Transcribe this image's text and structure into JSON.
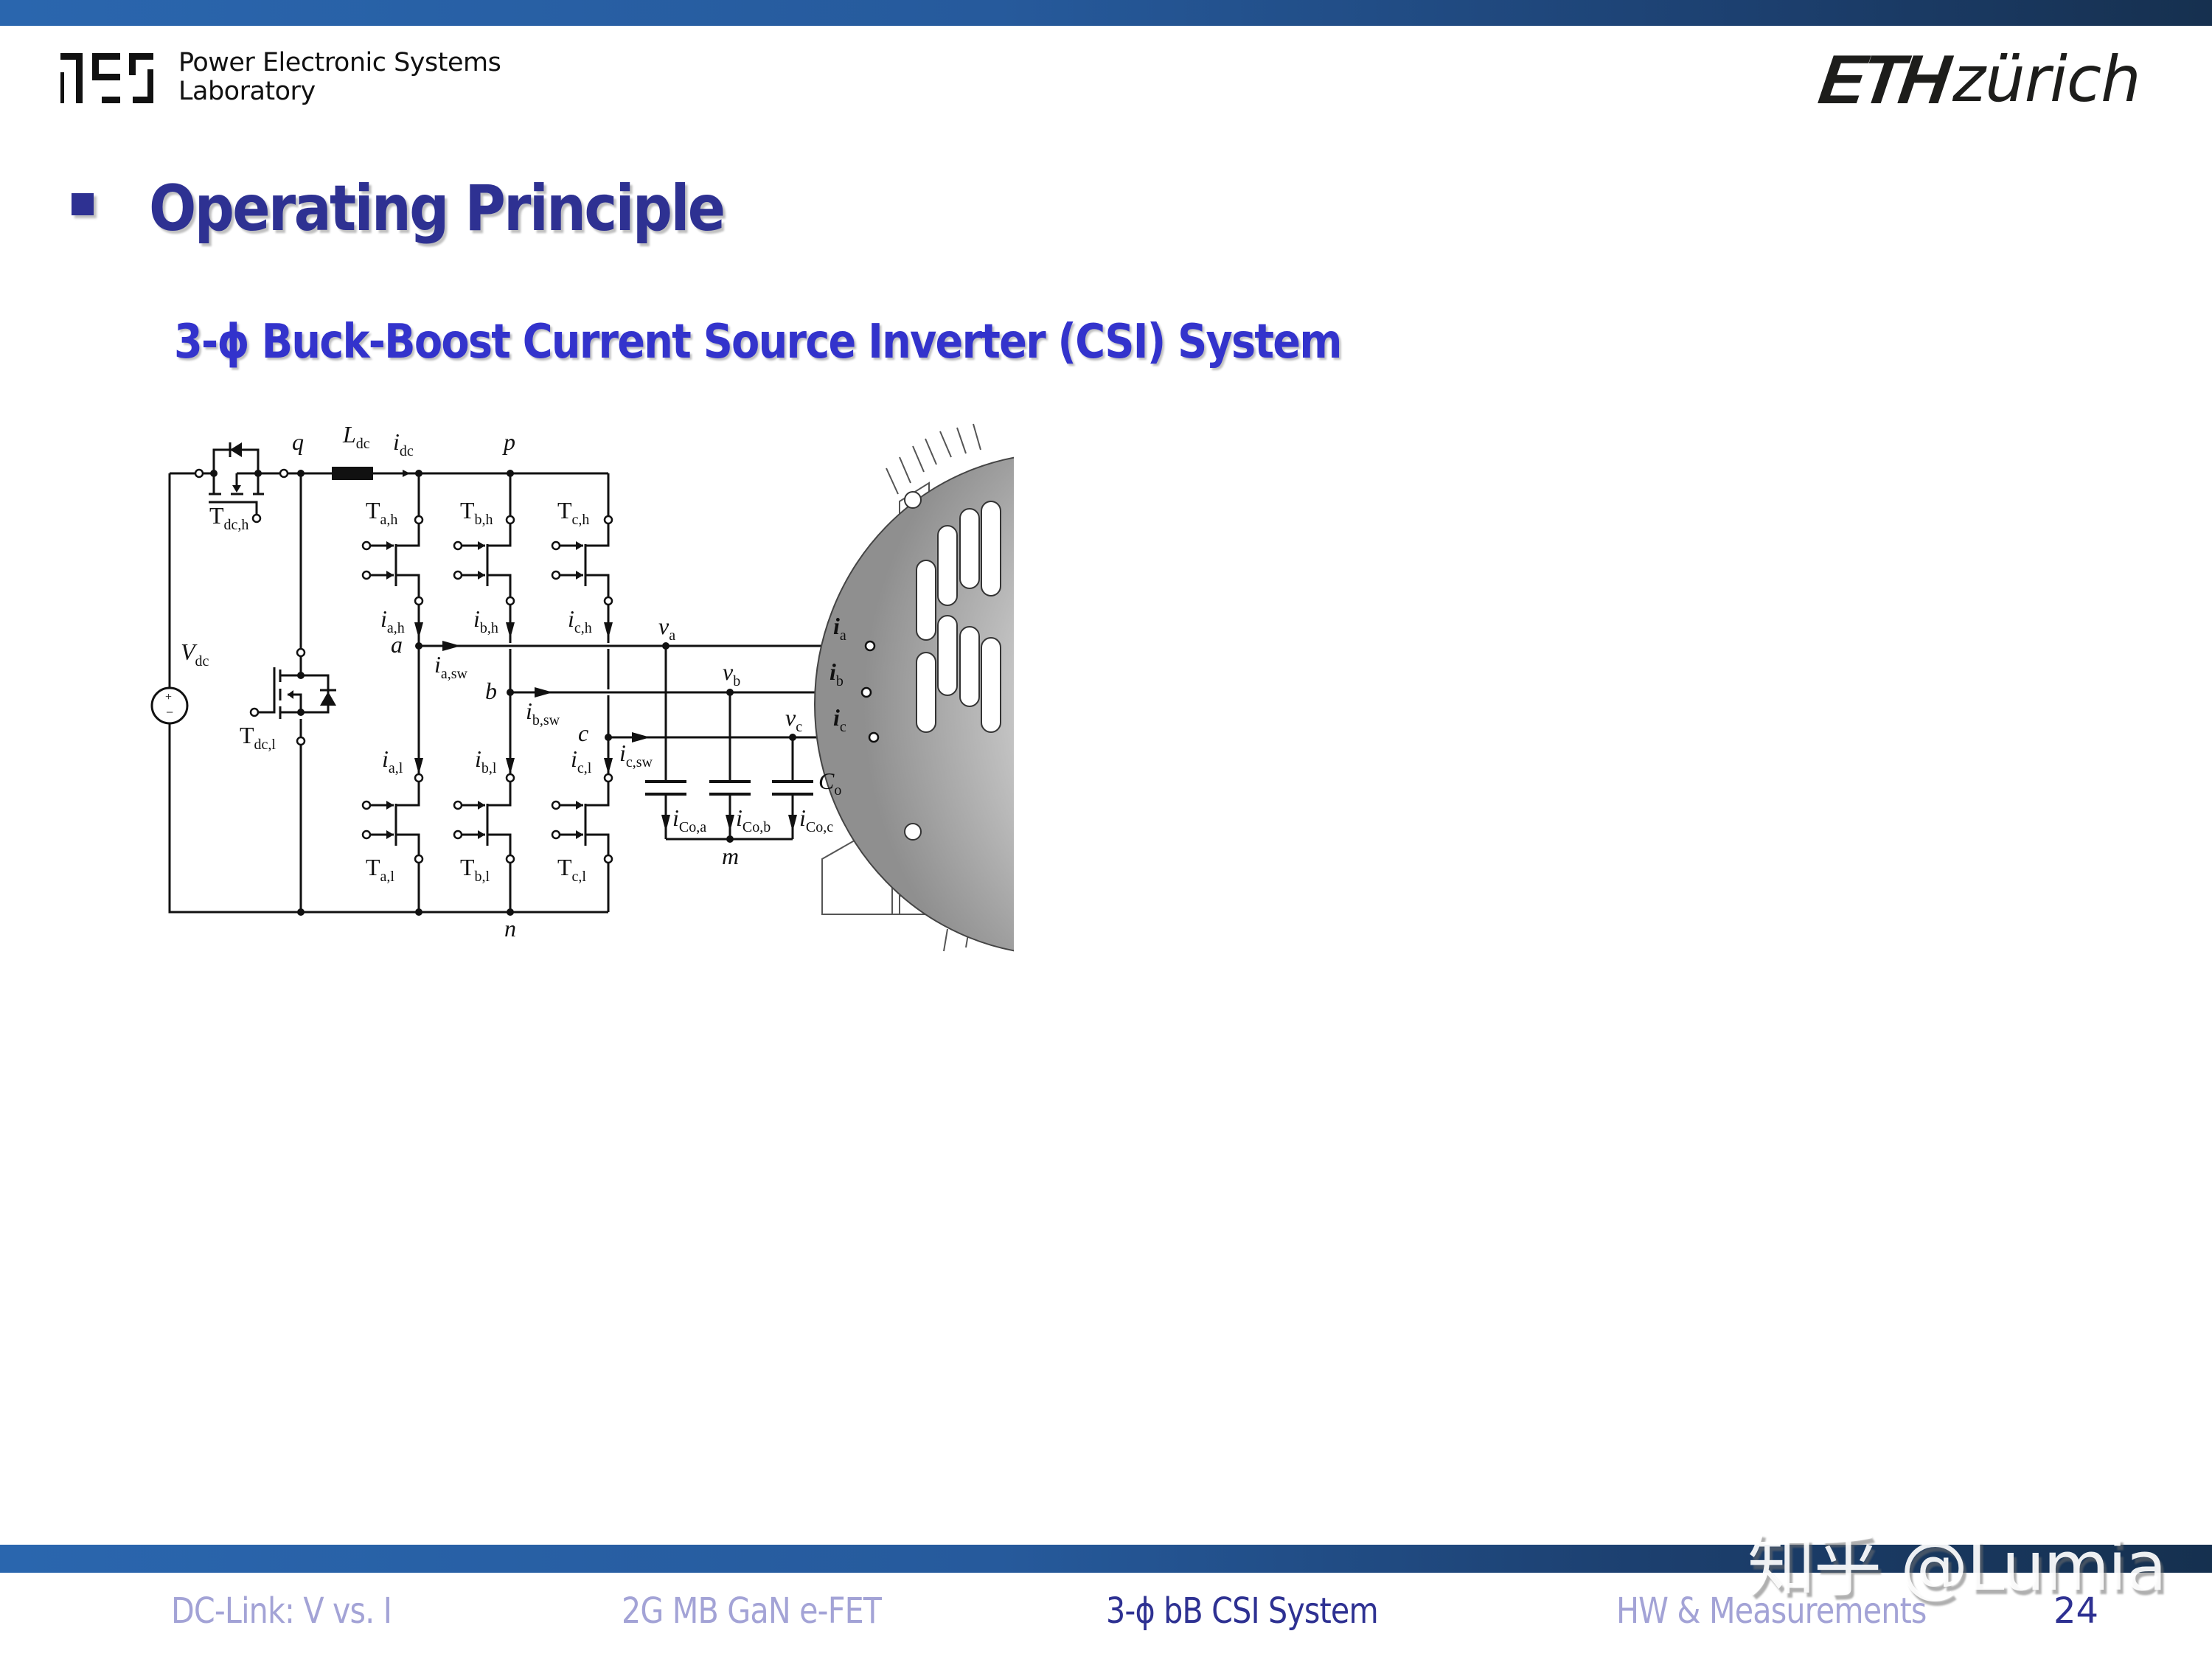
{
  "header": {
    "lab_logo": "pes-logo",
    "lab_name_line1": "Power Electronic Systems",
    "lab_name_line2": "Laboratory",
    "university_logo_bold": "ETH",
    "university_logo_light": "zürich"
  },
  "slide": {
    "title": "Operating Principle",
    "subtitle": "3-ϕ Buck-Boost Current Source Inverter (CSI) System",
    "colors": {
      "title": "#2e3192",
      "subtitle": "#3333cc",
      "bar_start": "#2a66ae",
      "bar_end": "#15304f"
    }
  },
  "circuit": {
    "node_labels": {
      "q": "q",
      "p": "p",
      "n": "n",
      "a": "a",
      "b": "b",
      "c": "c",
      "m": "m"
    },
    "source": {
      "main": "V",
      "sub": "dc"
    },
    "inductor": {
      "main": "L",
      "sub": "dc"
    },
    "dc_current": {
      "main": "i",
      "sub": "dc"
    },
    "dc_switches": [
      {
        "main": "T",
        "sub": "dc,h"
      },
      {
        "main": "T",
        "sub": "dc,l"
      }
    ],
    "high_switches": [
      {
        "main": "T",
        "sub": "a,h"
      },
      {
        "main": "T",
        "sub": "b,h"
      },
      {
        "main": "T",
        "sub": "c,h"
      }
    ],
    "low_switches": [
      {
        "main": "T",
        "sub": "a,l"
      },
      {
        "main": "T",
        "sub": "b,l"
      },
      {
        "main": "T",
        "sub": "c,l"
      }
    ],
    "high_currents": [
      {
        "main": "i",
        "sub": "a,h"
      },
      {
        "main": "i",
        "sub": "b,h"
      },
      {
        "main": "i",
        "sub": "c,h"
      }
    ],
    "low_currents": [
      {
        "main": "i",
        "sub": "a,l"
      },
      {
        "main": "i",
        "sub": "b,l"
      },
      {
        "main": "i",
        "sub": "c,l"
      }
    ],
    "switch_currents": [
      {
        "main": "i",
        "sub": "a,sw"
      },
      {
        "main": "i",
        "sub": "b,sw"
      },
      {
        "main": "i",
        "sub": "c,sw"
      }
    ],
    "phase_voltages": [
      {
        "main": "v",
        "sub": "a"
      },
      {
        "main": "v",
        "sub": "b"
      },
      {
        "main": "v",
        "sub": "c"
      }
    ],
    "phase_currents": [
      {
        "main": "i",
        "sub": "a"
      },
      {
        "main": "i",
        "sub": "b"
      },
      {
        "main": "i",
        "sub": "c"
      }
    ],
    "cap_currents": [
      {
        "main": "i",
        "sub": "Co,a"
      },
      {
        "main": "i",
        "sub": "Co,b"
      },
      {
        "main": "i",
        "sub": "Co,c"
      }
    ],
    "capacitor": {
      "main": "C",
      "sub": "o"
    },
    "load_icon": "motor-icon"
  },
  "footer": {
    "nav": [
      {
        "label": "DC-Link: V vs. I",
        "active": false
      },
      {
        "label": "2G MB GaN e-FET",
        "active": false
      },
      {
        "label": "3-ϕ bB CSI System",
        "active": true
      },
      {
        "label": "HW & Measurements",
        "active": false
      }
    ],
    "page_number": "24",
    "watermark": "知乎 @Lumia"
  }
}
